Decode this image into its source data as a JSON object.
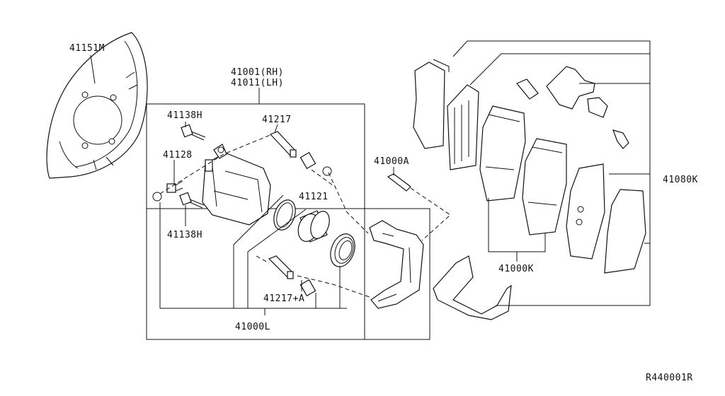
{
  "labels": {
    "p41151M": "41151M",
    "p41001": "41001(RH)",
    "p41011": "41011(LH)",
    "p41138H_top": "41138H",
    "p41217": "41217",
    "p41128": "41128",
    "p41138H_bot": "41138H",
    "p41121": "41121",
    "p41000A": "41000A",
    "p41217A": "41217+A",
    "p41000L": "41000L",
    "p41000K": "41000K",
    "p41080K": "41080K",
    "diagram_ref": "R440001R"
  }
}
